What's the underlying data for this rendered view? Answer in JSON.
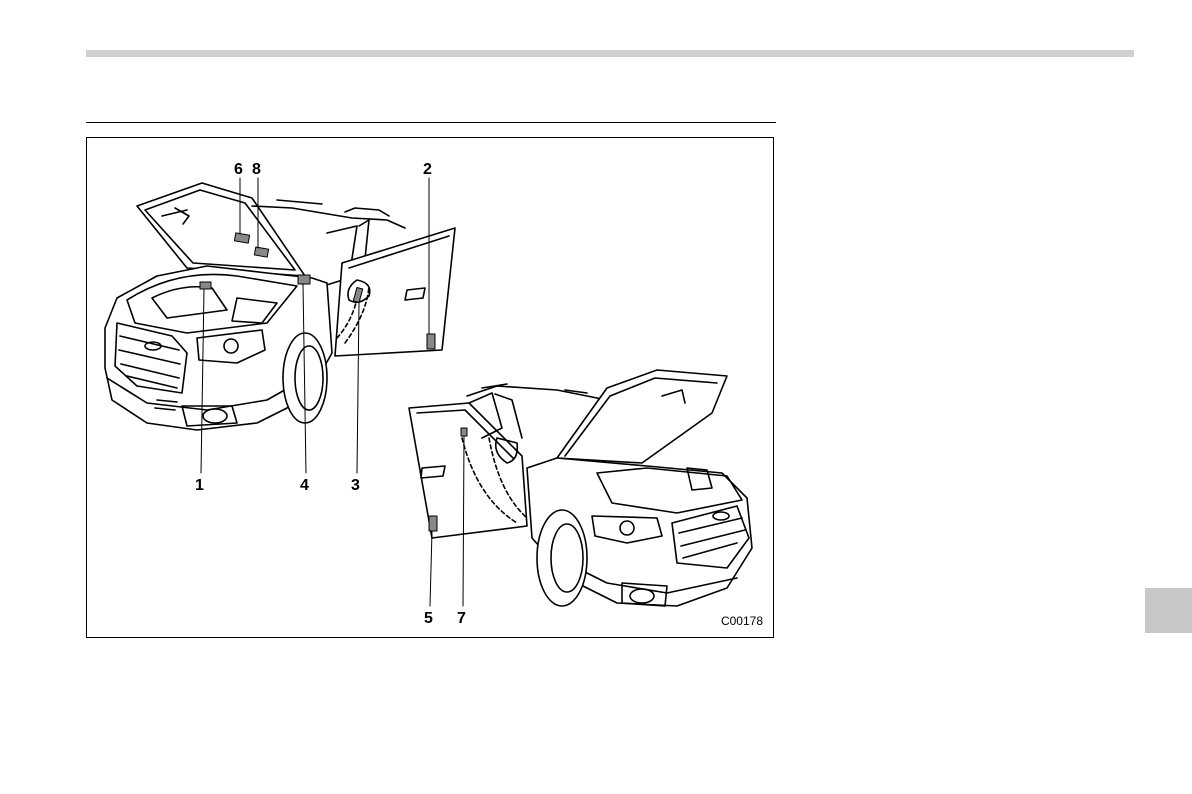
{
  "figure": {
    "code": "C00178",
    "callouts": [
      "1",
      "2",
      "3",
      "4",
      "5",
      "6",
      "7",
      "8"
    ]
  },
  "colors": {
    "top_rule": "#cfcfcf",
    "chapter_tab": "#c8c8c8",
    "label_fill": "#888888"
  }
}
